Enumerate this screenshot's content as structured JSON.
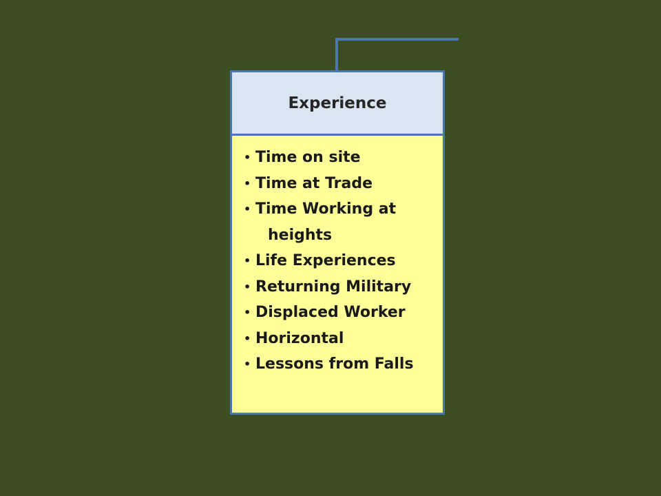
{
  "diagram": {
    "background_color": "#3d4d22",
    "card": {
      "title": "Experience",
      "header_color": "#dbe5f1",
      "body_color": "#ffff99",
      "border_color": "#4a76b6",
      "items": [
        {
          "text": "Time on site"
        },
        {
          "text": "Time at Trade"
        },
        {
          "line1": "Time Working at",
          "line2": "heights"
        },
        {
          "text": "Life Experiences"
        },
        {
          "text": "Returning Military"
        },
        {
          "text": "Displaced Worker"
        },
        {
          "text": "Horizontal"
        },
        {
          "text": "Lessons from Falls"
        }
      ]
    }
  }
}
